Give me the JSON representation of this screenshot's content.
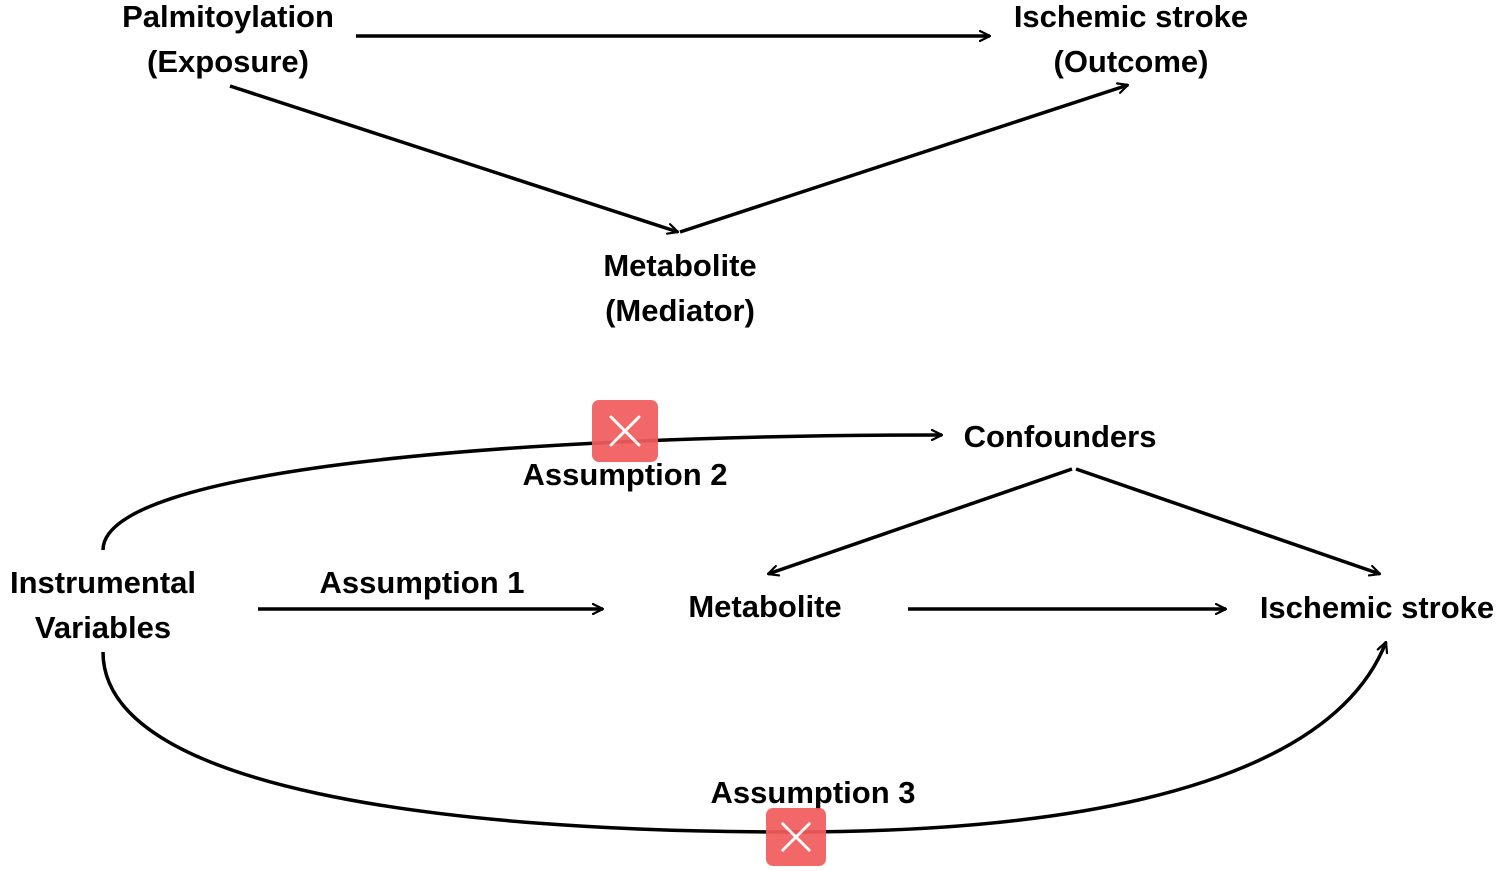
{
  "mediation": {
    "exposure": {
      "line1": "Palmitoylation",
      "line2": "(Exposure)"
    },
    "outcome": {
      "line1": "Ischemic stroke",
      "line2": "(Outcome)"
    },
    "mediator": {
      "line1": "Metabolite",
      "line2": "(Mediator)"
    }
  },
  "mr": {
    "instrumental": {
      "line1": "Instrumental",
      "line2": "Variables"
    },
    "metabolite": "Metabolite",
    "stroke": "Ischemic stroke",
    "confounders": "Confounders",
    "assumption1": "Assumption 1",
    "assumption2": "Assumption 2",
    "assumption3": "Assumption 3"
  },
  "colors": {
    "violation": "#f25c5c",
    "arrow": "#000000"
  },
  "icons": {
    "violation": "cross-icon"
  }
}
